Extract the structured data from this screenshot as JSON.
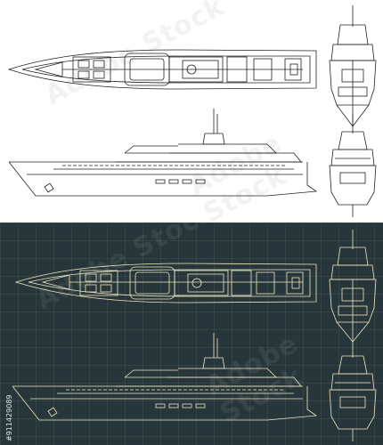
{
  "watermark": "Adobe Stock",
  "stock_id": "#911429089",
  "colors": {
    "light_bg": "#ffffff",
    "light_line": "#222222",
    "dark_bg": "#27363a",
    "dark_line": "#f0e6c0"
  },
  "views": [
    "top-view",
    "side-view",
    "front-view",
    "rear-view"
  ]
}
